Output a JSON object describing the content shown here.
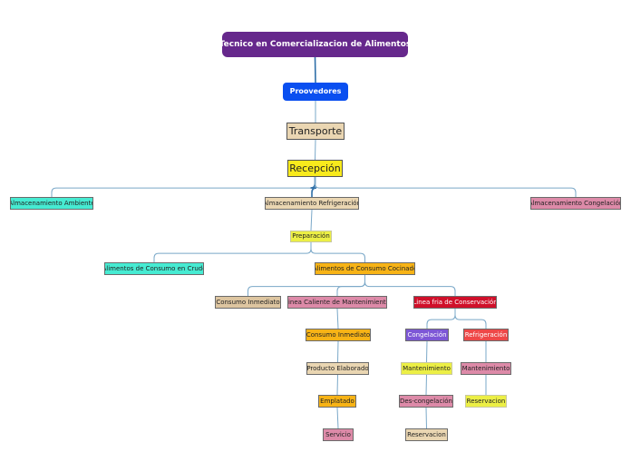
{
  "nodes": {
    "root": "Tecnico en Comercializacion de Alimentos",
    "proveedores": "Proovedores",
    "transporte": "Transporte",
    "recepcion": "Recepción",
    "alm_ambiente": "Almacenamiento Ambiente",
    "alm_refrigeracion": "Almacenamiento Refrigeración",
    "alm_congelacion": "Almacenamiento Congelación",
    "preparacion": "Preparación",
    "alimentos_crudo": "Alimentos de Consumo en Crudo",
    "alimentos_cocinado": "Alimentos de Consumo Cocinado",
    "consumo_inmediato_1": "Consumo Inmediato",
    "linea_caliente": "Linea Caliente de Mantenimiento",
    "linea_fria": "Linea fria de Conservación",
    "consumo_inmediato_2": "Consumo Inmediato",
    "producto_elaborado": "Producto Elaborado",
    "emplatado": "Emplatado",
    "servicio": "Servicio",
    "congelacion": "Congelación",
    "refrigeracion": "Refrigeración",
    "mantenimiento_1": "Mantenimiento",
    "mantenimiento_2": "Mantenimiento",
    "des_congelacion": "Des-congelación",
    "reservacion_1": "Reservacion",
    "reservacion_2": "Reservacion"
  },
  "colors": {
    "root": "#66288c",
    "proveedores": "#0a4ff0",
    "link": "#7aa8c8",
    "link_main": "#2f6fa8"
  }
}
